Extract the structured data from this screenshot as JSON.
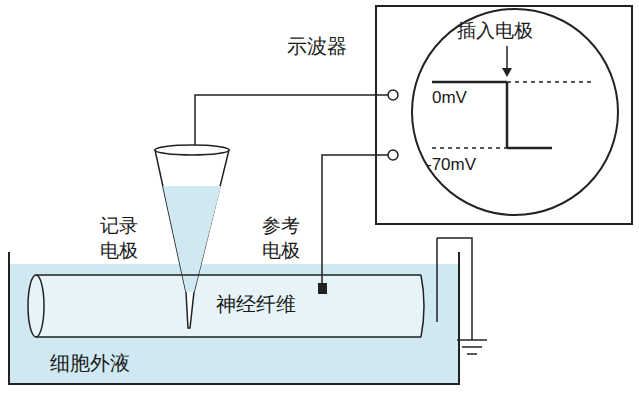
{
  "diagram": {
    "nodes": [
      {
        "text": [
          "示波器"
        ]
      },
      {
        "text": [
          "细胞外液"
        ]
      },
      {
        "text": [
          "神经纤维"
        ],
        "in": 1
      }
    ],
    "labels": [
      "插入电极",
      "0mV",
      "-70mV",
      "记录电极",
      "参考电极"
    ]
  }
}
